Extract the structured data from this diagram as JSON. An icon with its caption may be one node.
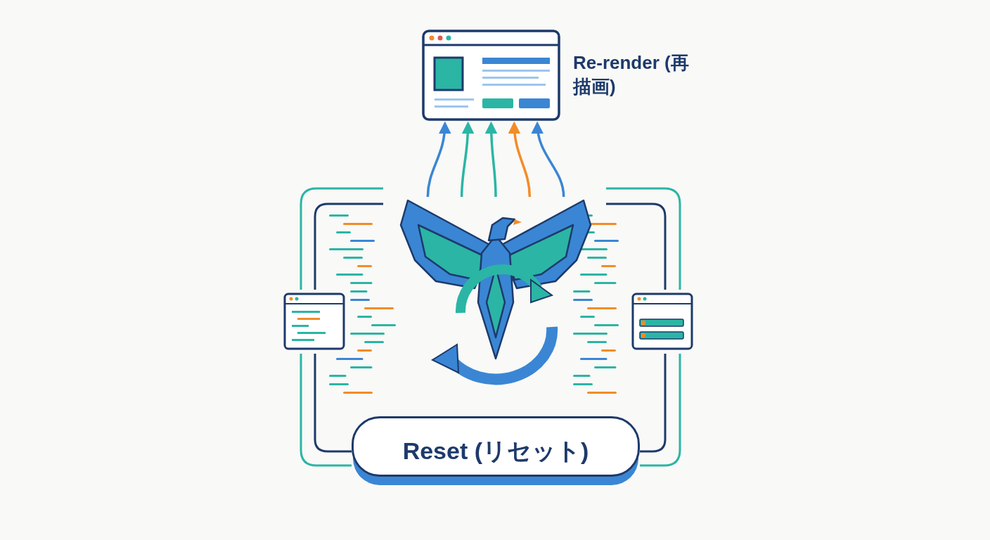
{
  "diagram": {
    "nodes": [
      {
        "text": [],
        "shape": "picture",
        "beside": [
          "Re-render (再描画)"
        ]
      },
      {
        "text": [],
        "shape": "picture"
      },
      {
        "text": [
          "Reset (リセット)"
        ]
      }
    ],
    "edges": [
      {
        "from": 1,
        "to": 0,
        "arrow": "to",
        "color": "#3a86d4"
      },
      {
        "from": 1,
        "to": 0,
        "arrow": "to",
        "color": "#2bb5a5"
      },
      {
        "from": 1,
        "to": 0,
        "arrow": "to",
        "color": "#2bb5a5"
      },
      {
        "from": 1,
        "to": 0,
        "arrow": "to",
        "color": "#f28c28"
      },
      {
        "from": 1,
        "to": 0,
        "arrow": "to",
        "color": "#3a86d4"
      }
    ]
  }
}
